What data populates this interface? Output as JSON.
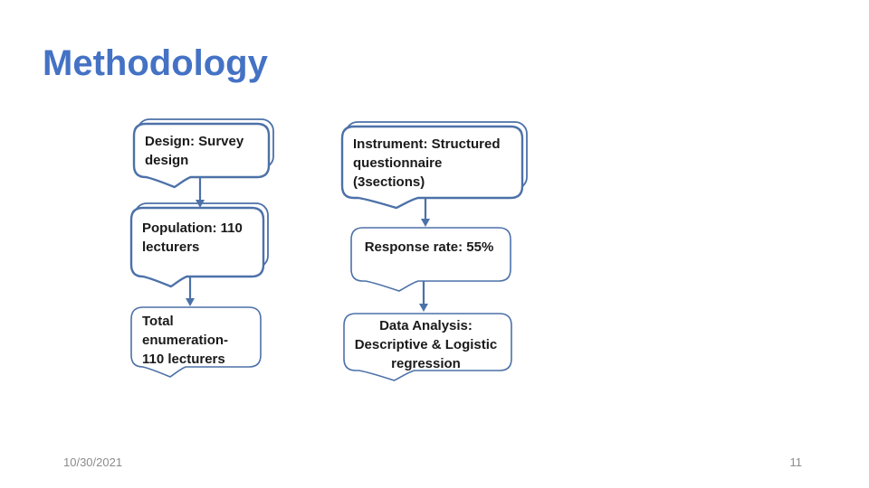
{
  "slide": {
    "title": "Methodology",
    "footer": {
      "date": "10/30/2021",
      "page_number": "11"
    }
  },
  "flowchart": {
    "left_column": [
      {
        "label": "Design: Survey\ndesign"
      },
      {
        "label": "Population: 110\nlecturers"
      },
      {
        "label": "Total\nenumeration-\n110 lecturers"
      }
    ],
    "right_column": [
      {
        "label": "Instrument: Structured\nquestionnaire\n(3sections)"
      },
      {
        "label": "Response rate: 55%"
      },
      {
        "label": "Data Analysis:\nDescriptive & Logistic\nregression"
      }
    ]
  },
  "colors": {
    "title_text": "#4472C4",
    "shape_outline": "#4C71A8",
    "box_text": "#1A1A1A",
    "footer_text": "#8C8C8C"
  }
}
